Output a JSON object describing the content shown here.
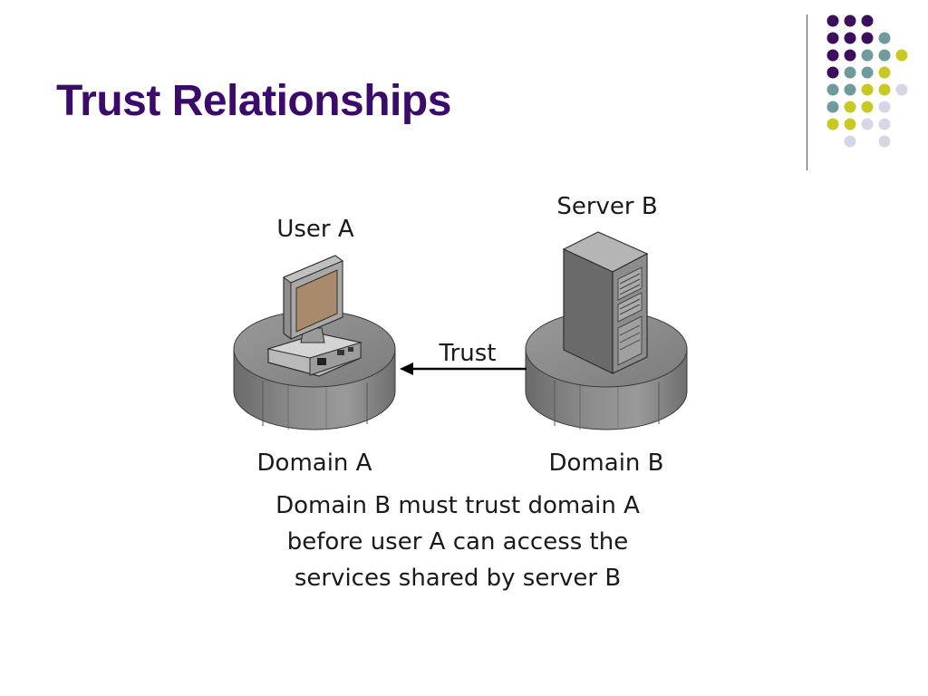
{
  "slide": {
    "title": "Trust Relationships",
    "title_color": "#3b0a6b"
  },
  "decoration": {
    "dot_colors": {
      "purple": "#3b0f5e",
      "teal": "#6e9c9c",
      "lime": "#c9c924",
      "lavender": "#d6d6e6"
    }
  },
  "diagram": {
    "user_label": "User A",
    "server_label": "Server B",
    "trust_label": "Trust",
    "domain_a_label": "Domain A",
    "domain_b_label": "Domain B",
    "caption_lines": [
      "Domain B must trust domain A",
      "before user A can access the",
      "services shared by server B"
    ]
  }
}
